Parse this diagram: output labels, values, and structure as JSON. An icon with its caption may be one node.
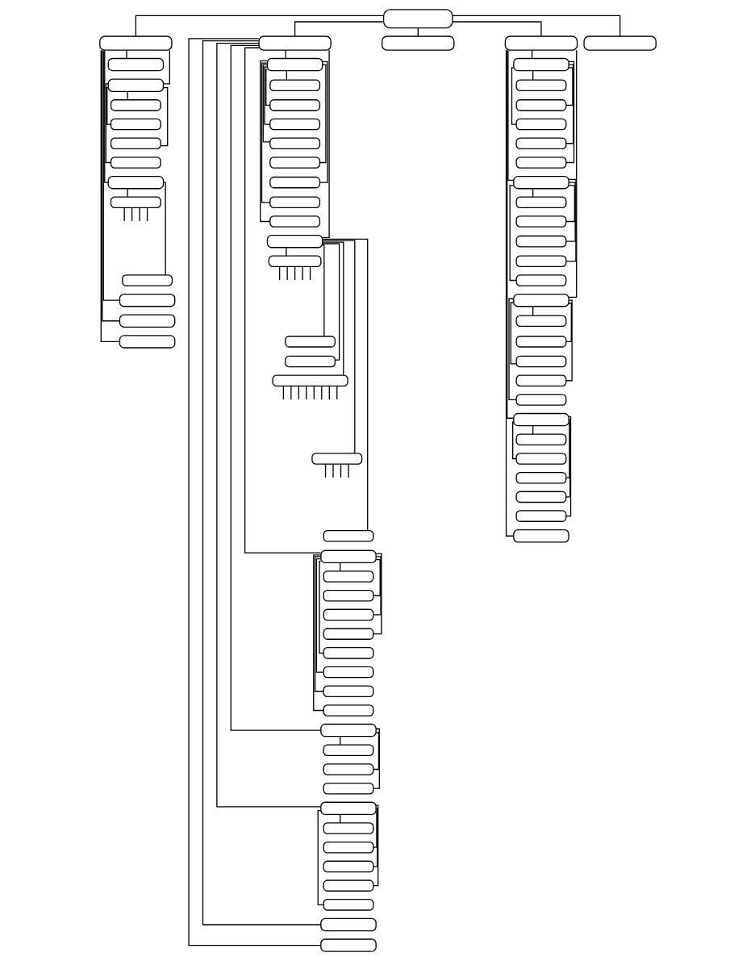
{
  "diagram": {
    "nodes": [
      {
        "text": [],
        "shape": "box"
      },
      {
        "text": [],
        "shape": "box"
      },
      {
        "text": [],
        "shape": "box"
      },
      {
        "text": [],
        "shape": "box"
      },
      {
        "text": [],
        "shape": "box"
      },
      {
        "text": [],
        "shape": "box"
      },
      {
        "text": [],
        "shape": "box"
      },
      {
        "text": [],
        "shape": "box"
      },
      {
        "text": [],
        "shape": "box"
      },
      {
        "text": [],
        "shape": "box"
      },
      {
        "text": [],
        "shape": "box"
      },
      {
        "text": [],
        "shape": "box"
      },
      {
        "text": [],
        "shape": "box"
      },
      {
        "text": [],
        "shape": "box"
      },
      {
        "text": [],
        "shape": "box"
      },
      {
        "text": [],
        "shape": "box"
      },
      {
        "text": [],
        "shape": "box"
      },
      {
        "text": [],
        "shape": "box"
      },
      {
        "text": [],
        "shape": "box"
      },
      {
        "text": [],
        "shape": "box"
      },
      {
        "text": [],
        "shape": "box"
      },
      {
        "text": [],
        "shape": "box"
      },
      {
        "text": [],
        "shape": "box"
      },
      {
        "text": [],
        "shape": "box"
      },
      {
        "text": [],
        "shape": "box"
      },
      {
        "text": [],
        "shape": "box"
      },
      {
        "text": [],
        "shape": "box"
      },
      {
        "text": [],
        "shape": "box"
      },
      {
        "text": [],
        "shape": "box"
      },
      {
        "text": [],
        "shape": "box"
      },
      {
        "text": [],
        "shape": "box"
      },
      {
        "text": [],
        "shape": "box"
      },
      {
        "text": [],
        "shape": "box"
      },
      {
        "text": [],
        "shape": "box"
      },
      {
        "text": [],
        "shape": "box"
      },
      {
        "text": [],
        "shape": "box"
      },
      {
        "text": [],
        "shape": "box"
      },
      {
        "text": [],
        "shape": "box"
      },
      {
        "text": [],
        "shape": "box"
      },
      {
        "text": [],
        "shape": "box"
      },
      {
        "text": [],
        "shape": "box"
      },
      {
        "text": [],
        "shape": "box"
      },
      {
        "text": [],
        "shape": "box"
      },
      {
        "text": [],
        "shape": "box"
      },
      {
        "text": [],
        "shape": "box"
      },
      {
        "text": [],
        "shape": "box"
      },
      {
        "text": [],
        "shape": "box"
      },
      {
        "text": [],
        "shape": "box"
      },
      {
        "text": [],
        "shape": "box"
      },
      {
        "text": [],
        "shape": "box"
      },
      {
        "text": [],
        "shape": "box"
      },
      {
        "text": [],
        "shape": "box"
      },
      {
        "text": [],
        "shape": "box"
      },
      {
        "text": [],
        "shape": "box"
      },
      {
        "text": [],
        "shape": "box"
      },
      {
        "text": [],
        "shape": "box"
      },
      {
        "text": [],
        "shape": "box"
      },
      {
        "text": [],
        "shape": "box"
      },
      {
        "text": [],
        "shape": "box"
      },
      {
        "text": [],
        "shape": "box"
      },
      {
        "text": [],
        "shape": "box"
      },
      {
        "text": [],
        "shape": "box"
      },
      {
        "text": [],
        "shape": "box"
      },
      {
        "text": [],
        "shape": "box"
      },
      {
        "text": [],
        "shape": "box"
      },
      {
        "text": [],
        "shape": "box"
      },
      {
        "text": [],
        "shape": "box"
      },
      {
        "text": [],
        "shape": "box"
      },
      {
        "text": [],
        "shape": "box"
      },
      {
        "text": [],
        "shape": "box"
      },
      {
        "text": [],
        "shape": "box"
      },
      {
        "text": [],
        "shape": "box"
      },
      {
        "text": [],
        "shape": "box"
      },
      {
        "text": [],
        "shape": "box"
      },
      {
        "text": [],
        "shape": "box"
      },
      {
        "text": [],
        "shape": "box"
      },
      {
        "text": [],
        "shape": "box"
      },
      {
        "text": [],
        "shape": "box"
      },
      {
        "text": [],
        "shape": "box"
      },
      {
        "text": [],
        "shape": "box"
      }
    ],
    "edges": [
      {
        "from": 0,
        "to": 1,
        "arrow": "none"
      },
      {
        "from": 1,
        "to": 2,
        "arrow": "none"
      },
      {
        "from": 1,
        "to": 3,
        "arrow": "none"
      },
      {
        "from": 3,
        "to": 4,
        "arrow": "none"
      },
      {
        "from": 3,
        "to": 5,
        "arrow": "none"
      },
      {
        "from": 3,
        "to": 6,
        "arrow": "none"
      },
      {
        "from": 3,
        "to": 7,
        "arrow": "none"
      },
      {
        "from": 1,
        "to": 8,
        "arrow": "none"
      },
      {
        "from": 8,
        "to": 9,
        "arrow": "none"
      },
      {
        "from": 9,
        "to": null,
        "arrow": "none"
      },
      {
        "from": 9,
        "to": null,
        "arrow": "none"
      },
      {
        "from": 9,
        "to": null,
        "arrow": "none"
      },
      {
        "from": 9,
        "to": null,
        "arrow": "none"
      },
      {
        "from": 8,
        "to": 10,
        "arrow": "none"
      },
      {
        "from": 1,
        "to": 11,
        "arrow": "none"
      },
      {
        "from": 1,
        "to": 12,
        "arrow": "none"
      },
      {
        "from": 1,
        "to": 13,
        "arrow": "none"
      },
      {
        "from": 0,
        "to": 14,
        "arrow": "none"
      },
      {
        "from": 14,
        "to": 15,
        "arrow": "none"
      },
      {
        "from": 15,
        "to": 16,
        "arrow": "none"
      },
      {
        "from": 15,
        "to": 17,
        "arrow": "none"
      },
      {
        "from": 15,
        "to": 18,
        "arrow": "none"
      },
      {
        "from": 15,
        "to": 19,
        "arrow": "none"
      },
      {
        "from": 15,
        "to": 20,
        "arrow": "none"
      },
      {
        "from": 15,
        "to": 21,
        "arrow": "none"
      },
      {
        "from": 15,
        "to": 22,
        "arrow": "none"
      },
      {
        "from": 15,
        "to": 23,
        "arrow": "none"
      },
      {
        "from": 14,
        "to": 24,
        "arrow": "none"
      },
      {
        "from": 24,
        "to": 25,
        "arrow": "none"
      },
      {
        "from": 25,
        "to": null,
        "arrow": "none"
      },
      {
        "from": 25,
        "to": null,
        "arrow": "none"
      },
      {
        "from": 25,
        "to": null,
        "arrow": "none"
      },
      {
        "from": 25,
        "to": null,
        "arrow": "none"
      },
      {
        "from": 25,
        "to": null,
        "arrow": "none"
      },
      {
        "from": 24,
        "to": 26,
        "arrow": "none"
      },
      {
        "from": 24,
        "to": 27,
        "arrow": "none"
      },
      {
        "from": 24,
        "to": 28,
        "arrow": "none"
      },
      {
        "from": 28,
        "to": null,
        "arrow": "none"
      },
      {
        "from": 28,
        "to": null,
        "arrow": "none"
      },
      {
        "from": 28,
        "to": null,
        "arrow": "none"
      },
      {
        "from": 28,
        "to": null,
        "arrow": "none"
      },
      {
        "from": 28,
        "to": null,
        "arrow": "none"
      },
      {
        "from": 28,
        "to": null,
        "arrow": "none"
      },
      {
        "from": 28,
        "to": null,
        "arrow": "none"
      },
      {
        "from": 28,
        "to": null,
        "arrow": "none"
      },
      {
        "from": 24,
        "to": 29,
        "arrow": "none"
      },
      {
        "from": 29,
        "to": null,
        "arrow": "none"
      },
      {
        "from": 29,
        "to": null,
        "arrow": "none"
      },
      {
        "from": 29,
        "to": null,
        "arrow": "none"
      },
      {
        "from": 29,
        "to": null,
        "arrow": "none"
      },
      {
        "from": 24,
        "to": 30,
        "arrow": "none"
      },
      {
        "from": 14,
        "to": 31,
        "arrow": "none"
      },
      {
        "from": 31,
        "to": 32,
        "arrow": "none"
      },
      {
        "from": 31,
        "to": 33,
        "arrow": "none"
      },
      {
        "from": 31,
        "to": 34,
        "arrow": "none"
      },
      {
        "from": 31,
        "to": 35,
        "arrow": "none"
      },
      {
        "from": 31,
        "to": 36,
        "arrow": "none"
      },
      {
        "from": 31,
        "to": 37,
        "arrow": "none"
      },
      {
        "from": 31,
        "to": 38,
        "arrow": "none"
      },
      {
        "from": 31,
        "to": 39,
        "arrow": "none"
      },
      {
        "from": 14,
        "to": 40,
        "arrow": "none"
      },
      {
        "from": 40,
        "to": 41,
        "arrow": "none"
      },
      {
        "from": 40,
        "to": 42,
        "arrow": "none"
      },
      {
        "from": 40,
        "to": 43,
        "arrow": "none"
      },
      {
        "from": 14,
        "to": 44,
        "arrow": "none"
      },
      {
        "from": 44,
        "to": 45,
        "arrow": "none"
      },
      {
        "from": 44,
        "to": 46,
        "arrow": "none"
      },
      {
        "from": 44,
        "to": 47,
        "arrow": "none"
      },
      {
        "from": 44,
        "to": 48,
        "arrow": "none"
      },
      {
        "from": 44,
        "to": 49,
        "arrow": "none"
      },
      {
        "from": 14,
        "to": 50,
        "arrow": "none"
      },
      {
        "from": 14,
        "to": 51,
        "arrow": "none"
      },
      {
        "from": 0,
        "to": 52,
        "arrow": "none"
      },
      {
        "from": 0,
        "to": 53,
        "arrow": "none"
      },
      {
        "from": 53,
        "to": 54,
        "arrow": "none"
      },
      {
        "from": 54,
        "to": 55,
        "arrow": "none"
      },
      {
        "from": 54,
        "to": 56,
        "arrow": "none"
      },
      {
        "from": 54,
        "to": 57,
        "arrow": "none"
      },
      {
        "from": 54,
        "to": 58,
        "arrow": "none"
      },
      {
        "from": 54,
        "to": 59,
        "arrow": "none"
      },
      {
        "from": 53,
        "to": 60,
        "arrow": "none"
      },
      {
        "from": 60,
        "to": 61,
        "arrow": "none"
      },
      {
        "from": 60,
        "to": 62,
        "arrow": "none"
      },
      {
        "from": 60,
        "to": 63,
        "arrow": "none"
      },
      {
        "from": 60,
        "to": 64,
        "arrow": "none"
      },
      {
        "from": 60,
        "to": 65,
        "arrow": "none"
      },
      {
        "from": 53,
        "to": 66,
        "arrow": "none"
      },
      {
        "from": 66,
        "to": 67,
        "arrow": "none"
      },
      {
        "from": 66,
        "to": 68,
        "arrow": "none"
      },
      {
        "from": 66,
        "to": 69,
        "arrow": "none"
      },
      {
        "from": 66,
        "to": 70,
        "arrow": "none"
      },
      {
        "from": 66,
        "to": 71,
        "arrow": "none"
      },
      {
        "from": 53,
        "to": 72,
        "arrow": "none"
      },
      {
        "from": 72,
        "to": 73,
        "arrow": "none"
      },
      {
        "from": 72,
        "to": 74,
        "arrow": "none"
      },
      {
        "from": 72,
        "to": 75,
        "arrow": "none"
      },
      {
        "from": 72,
        "to": 76,
        "arrow": "none"
      },
      {
        "from": 72,
        "to": 77,
        "arrow": "none"
      },
      {
        "from": 53,
        "to": 78,
        "arrow": "none"
      },
      {
        "from": 0,
        "to": 79,
        "arrow": "none"
      }
    ]
  }
}
